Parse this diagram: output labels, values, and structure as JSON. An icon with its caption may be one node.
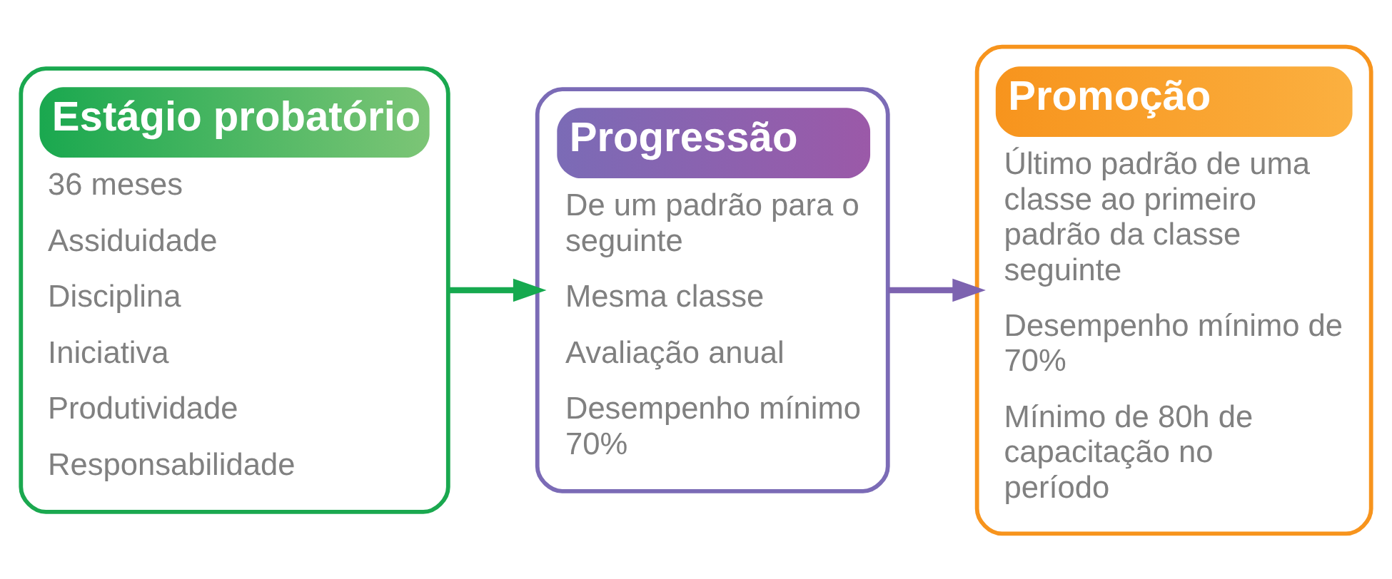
{
  "diagram": {
    "nodes": [
      {
        "text": [
          "Estágio probatório",
          "36 meses",
          "Assiduidade",
          "Disciplina",
          "Iniciativa",
          "Produtividade",
          "Responsabilidade"
        ]
      },
      {
        "text": [
          "Progressão",
          "De um padrão para o seguinte",
          "Mesma classe",
          "Avaliação anual",
          "Desempenho mínimo 70%"
        ]
      },
      {
        "text": [
          "Promoção",
          "Último padrão de uma classe ao primeiro padrão da classe seguinte",
          "Desempenho mínimo de 70%",
          "Mínimo de 80h de capacitação no período"
        ]
      }
    ],
    "edges": [
      {
        "from": 0,
        "to": 1,
        "arrow": "to",
        "color": "#16a94f"
      },
      {
        "from": 1,
        "to": 2,
        "arrow": "to",
        "color": "#7d63b0"
      }
    ]
  }
}
